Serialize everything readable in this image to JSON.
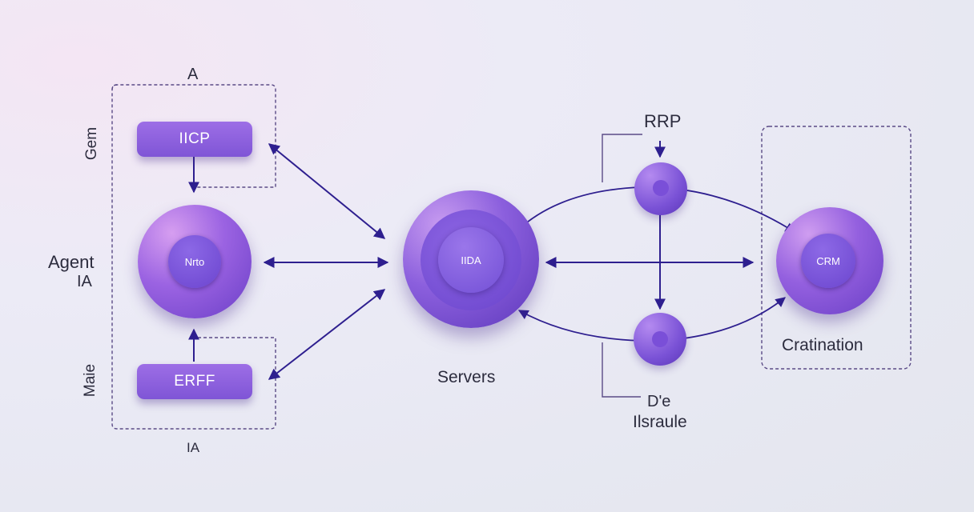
{
  "groups": {
    "left_top": "A",
    "left_bottom": "ΙA",
    "left_side_top": "Gem",
    "left_side_mid_line1": "Agent",
    "left_side_mid_line2": "IA",
    "left_side_bottom": "Maie"
  },
  "nodes": {
    "pill_top": "IICP",
    "pill_bottom": "ERFF",
    "left_core": "Nrto",
    "center_core": "IIDA",
    "center_label": "Servers",
    "right_core": "CRM",
    "right_label": "Cratination"
  },
  "routing": {
    "top_label": "RRP",
    "bottom_label_line1": "D'e",
    "bottom_label_line2": "Ilsraule"
  },
  "colors": {
    "accent": "#8a5ee0",
    "arrow": "#2e1f8f",
    "dashed_border": "#5a4a86",
    "text": "#2c2c3e"
  }
}
